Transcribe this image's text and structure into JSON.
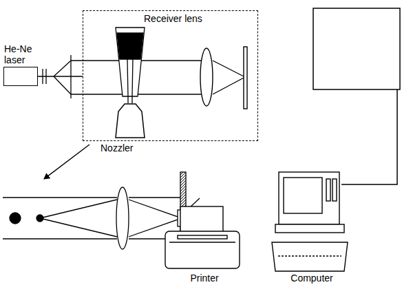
{
  "diagram": {
    "nodes": [
      {
        "text": [
          "He-Ne laser"
        ]
      },
      {
        "text": [
          "Receiver lens",
          "Nozzler"
        ]
      },
      {
        "text": [
          "Printer"
        ]
      },
      {
        "text": [
          "Computer"
        ]
      }
    ],
    "edges": [
      {
        "from": 0,
        "to": 1,
        "arrow": "none"
      }
    ]
  }
}
